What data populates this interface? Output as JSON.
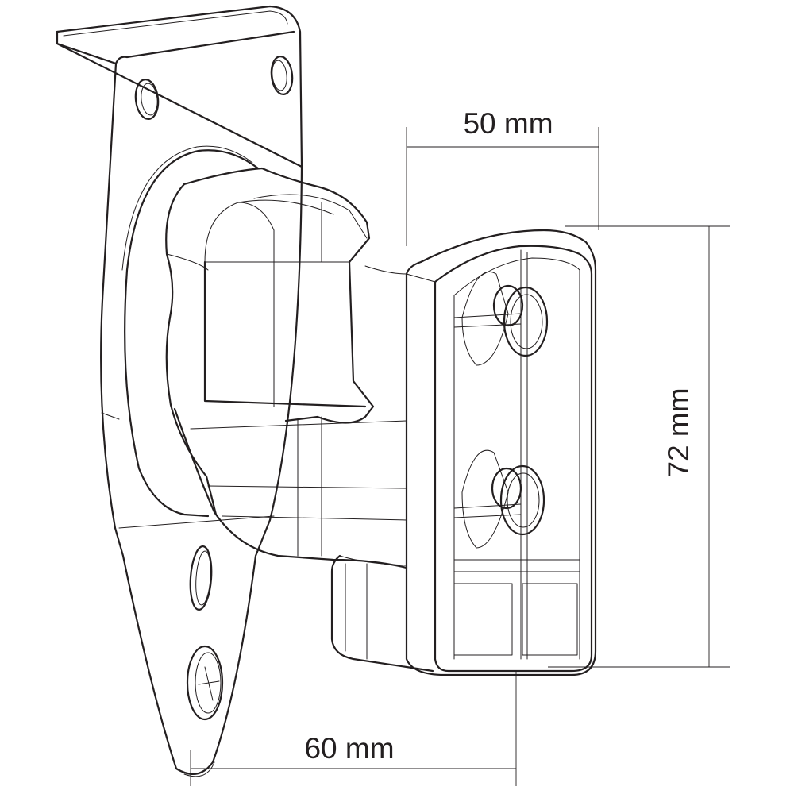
{
  "dimensions": {
    "depth_top": "50 mm",
    "height": "72 mm",
    "depth_bottom": "60 mm"
  }
}
